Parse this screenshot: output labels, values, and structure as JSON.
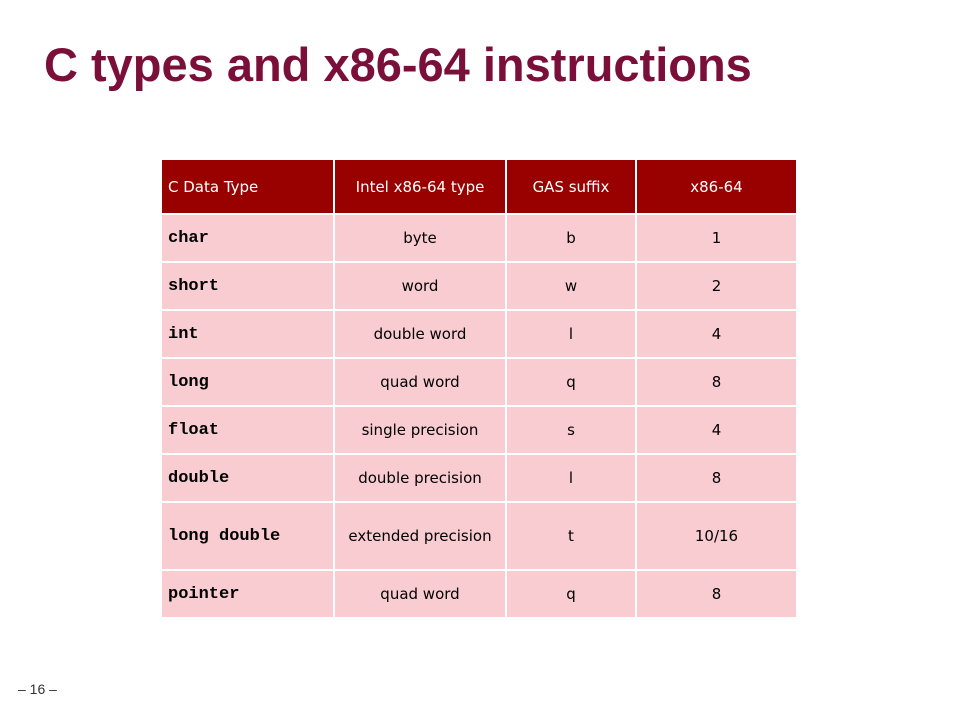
{
  "slide": {
    "title": "C types and x86-64 instructions",
    "page_number": "– 16 –"
  },
  "table": {
    "headers": [
      "C Data Type",
      "Intel x86-64 type",
      "GAS suffix",
      "x86-64"
    ],
    "rows": [
      {
        "c_type": "char",
        "intel_type": "byte",
        "suffix": "b",
        "size": "1"
      },
      {
        "c_type": "short",
        "intel_type": "word",
        "suffix": "w",
        "size": "2"
      },
      {
        "c_type": "int",
        "intel_type": "double word",
        "suffix": "l",
        "size": "4"
      },
      {
        "c_type": "long",
        "intel_type": "quad word",
        "suffix": "q",
        "size": "8"
      },
      {
        "c_type": "float",
        "intel_type": "single precision",
        "suffix": "s",
        "size": "4"
      },
      {
        "c_type": "double",
        "intel_type": "double precision",
        "suffix": "l",
        "size": "8"
      },
      {
        "c_type": "long double",
        "intel_type": "extended precision",
        "suffix": "t",
        "size": "10/16"
      },
      {
        "c_type": "pointer",
        "intel_type": "quad word",
        "suffix": "q",
        "size": "8"
      }
    ]
  },
  "colors": {
    "title": "#7a0f3a",
    "header_bg": "#990000",
    "row_bg": "#f9ccd1"
  }
}
